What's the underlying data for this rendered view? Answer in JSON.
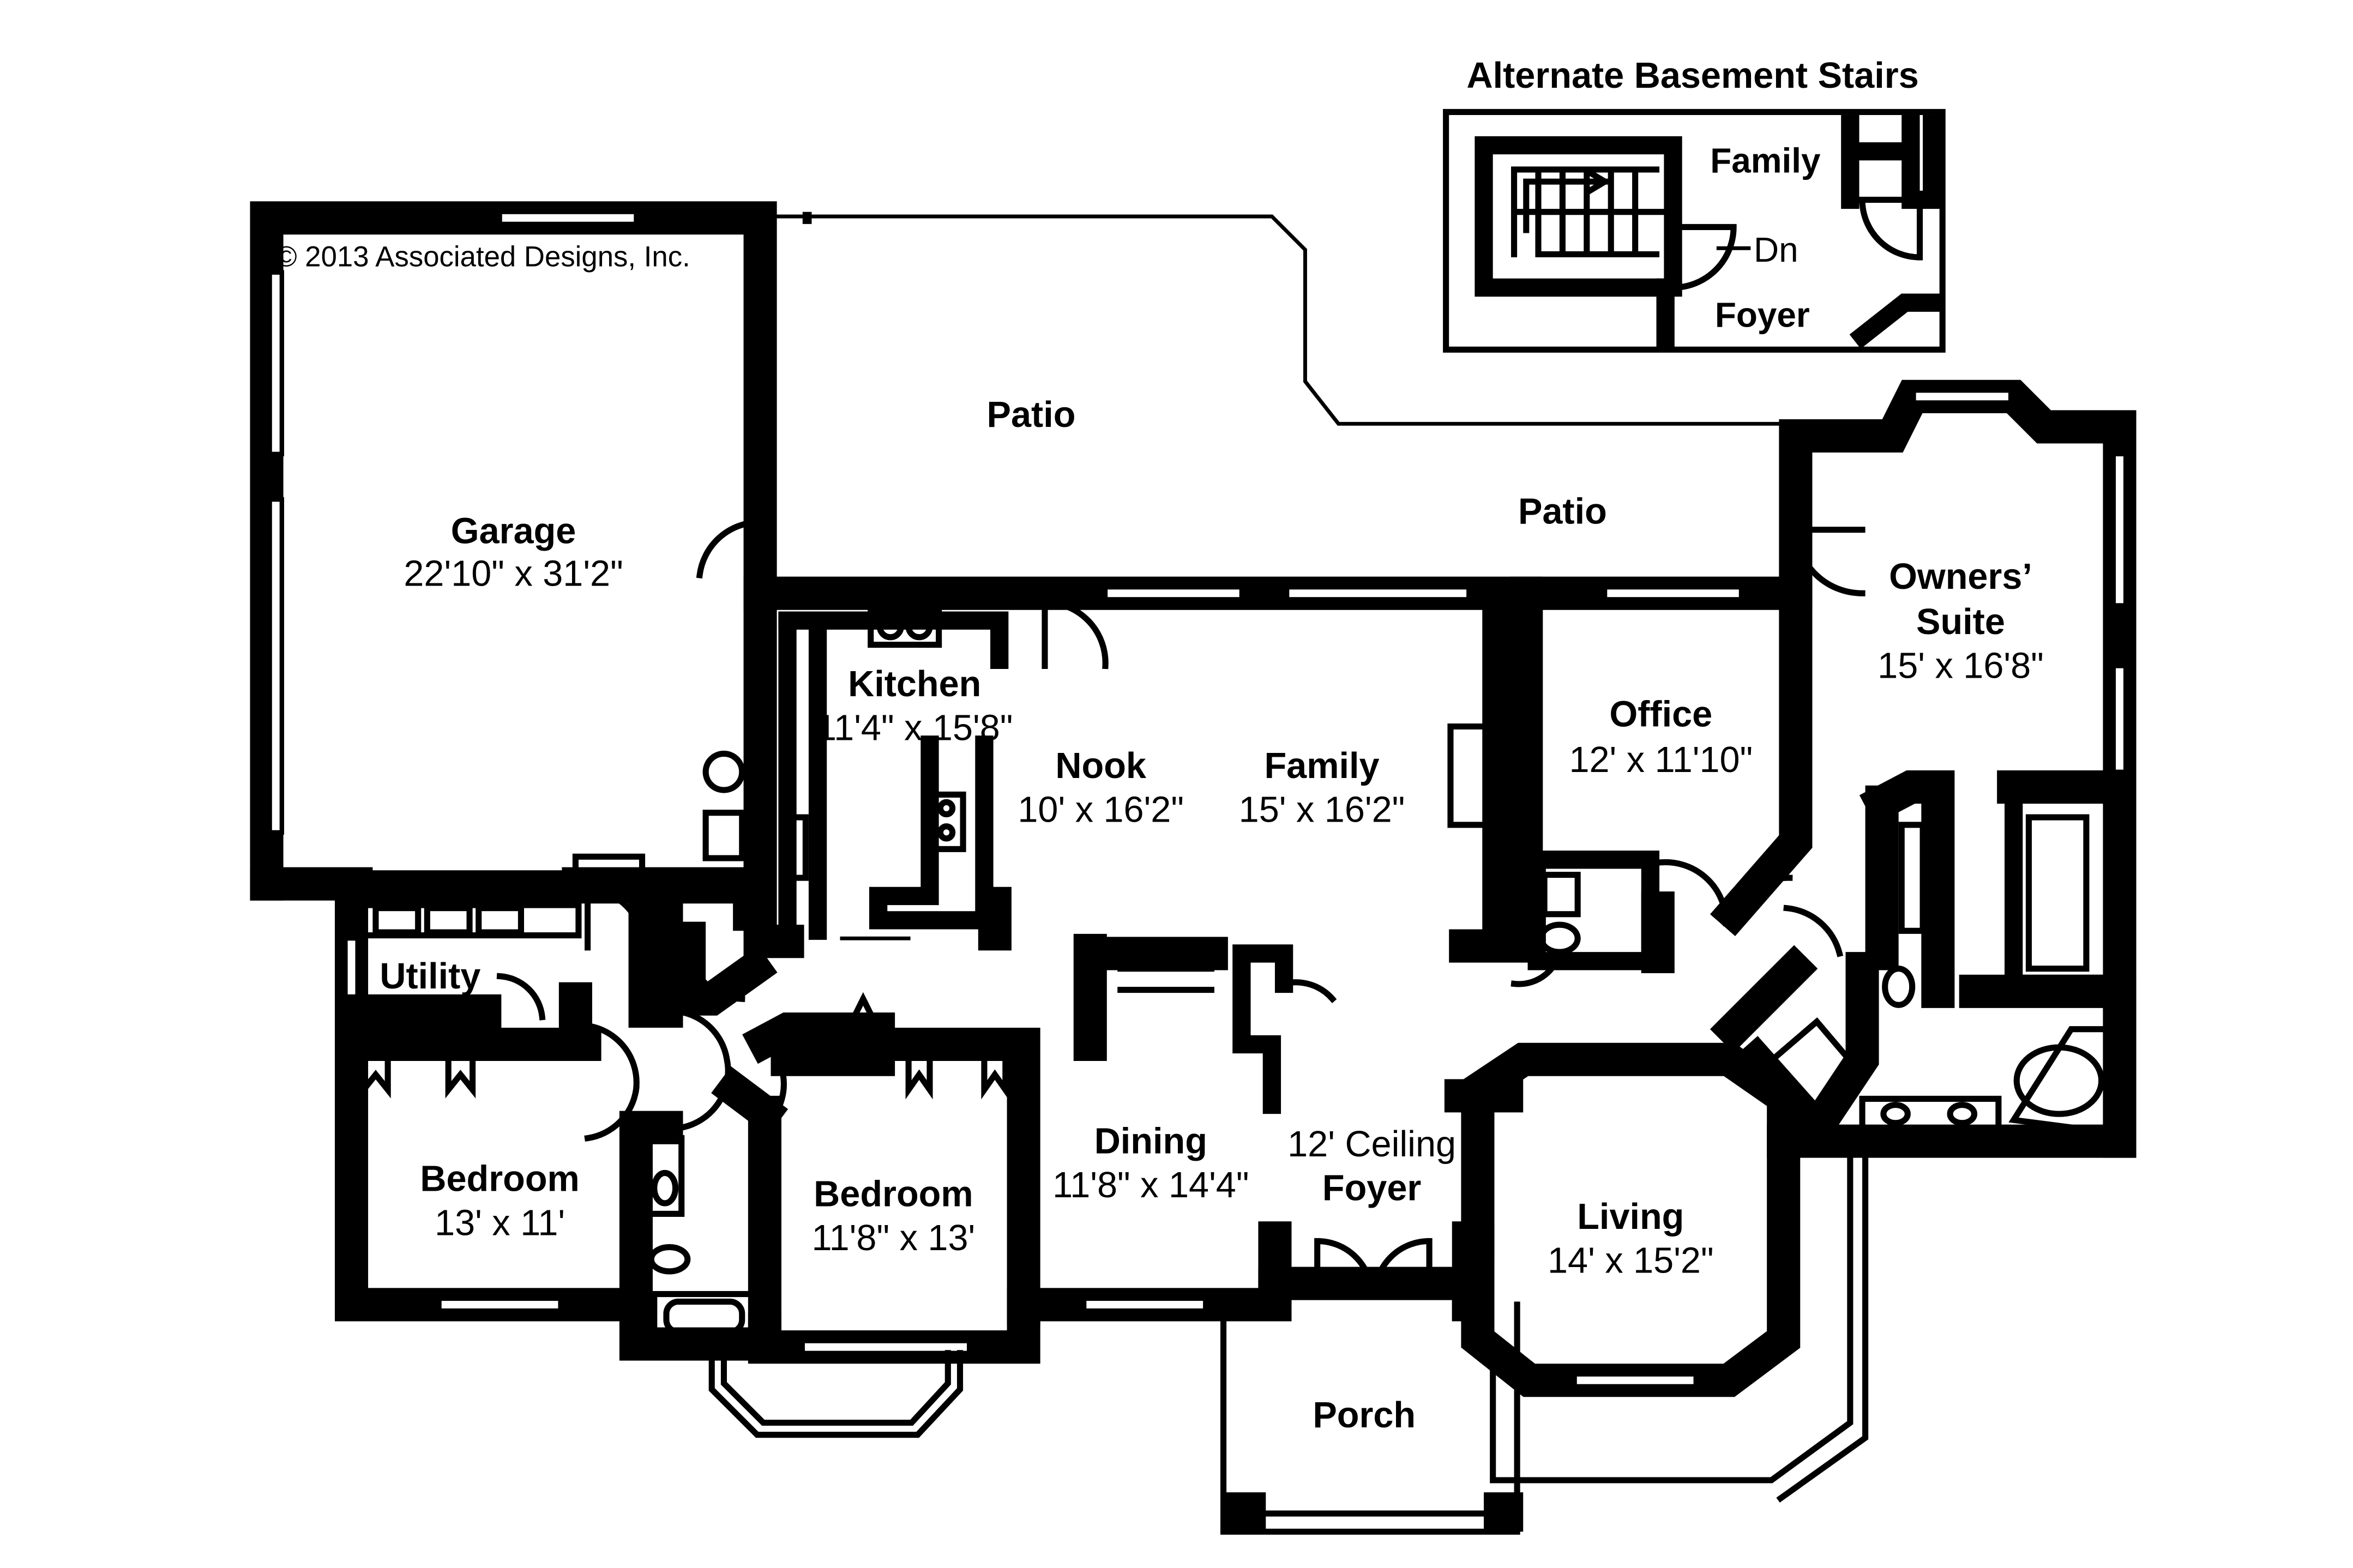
{
  "copyright": "© 2013 Associated Designs, Inc.",
  "inset": {
    "title": "Alternate Basement Stairs",
    "family": "Family",
    "dn": "Dn",
    "foyer": "Foyer"
  },
  "rooms": {
    "patio_upper": {
      "name": "Patio"
    },
    "patio_lower": {
      "name": "Patio"
    },
    "garage": {
      "name": "Garage",
      "size": "22'10\" x 31'2\""
    },
    "kitchen": {
      "name": "Kitchen",
      "size": "11'4\" x 15'8\""
    },
    "nook": {
      "name": "Nook",
      "size": "10' x 16'2\""
    },
    "family": {
      "name": "Family",
      "size": "15' x 16'2\""
    },
    "office": {
      "name": "Office",
      "size": "12' x 11'10\""
    },
    "owners_suite": {
      "name_line1": "Owners’",
      "name_line2": "Suite",
      "size": "15' x 16'8\""
    },
    "utility": {
      "name": "Utility"
    },
    "bedroom_left": {
      "name": "Bedroom",
      "size": "13' x 11'"
    },
    "bedroom_center": {
      "name": "Bedroom",
      "size": "11'8\" x 13'"
    },
    "dining": {
      "name": "Dining",
      "size": "11'8\" x 14'4\""
    },
    "foyer": {
      "ceiling": "12' Ceiling",
      "name": "Foyer"
    },
    "living": {
      "name": "Living",
      "size": "14' x 15'2\""
    },
    "porch": {
      "name": "Porch"
    }
  }
}
